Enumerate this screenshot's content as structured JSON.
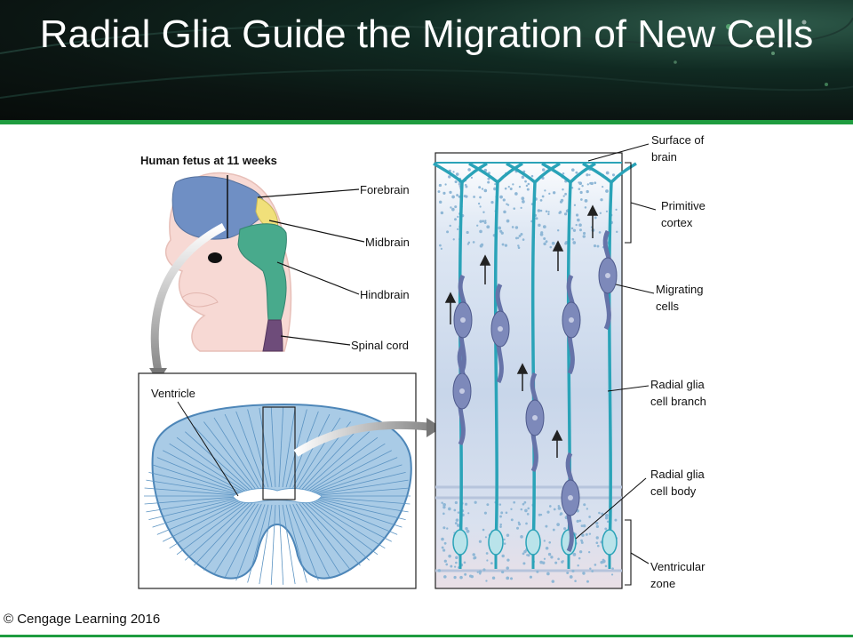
{
  "slide": {
    "title": "Radial Glia Guide the Migration of New Cells",
    "copyright": "© Cengage Learning 2016"
  },
  "figure": {
    "fetus_caption": "Human fetus at 11 weeks",
    "labels": {
      "forebrain": "Forebrain",
      "midbrain": "Midbrain",
      "hindbrain": "Hindbrain",
      "spinal_cord": "Spinal cord",
      "ventricle": "Ventricle",
      "surface_line1": "Surface of",
      "surface_line2": "brain",
      "primitive_line1": "Primitive",
      "primitive_line2": "cortex",
      "migrating_line1": "Migrating",
      "migrating_line2": "cells",
      "branch_line1": "Radial glia",
      "branch_line2": "cell branch",
      "body_line1": "Radial glia",
      "body_line2": "cell body",
      "ventricular_line1": "Ventricular",
      "ventricular_line2": "zone"
    },
    "colors": {
      "forebrain": "#6f8fc4",
      "midbrain": "#f1e07a",
      "hindbrain": "#48aa8c",
      "spinal_cord": "#6e4c7a",
      "glia": "#2aa3b8",
      "migrating_cell": "#6673a8",
      "tissue": "#c9d6ea",
      "accent_green": "#1f9c3f"
    }
  }
}
